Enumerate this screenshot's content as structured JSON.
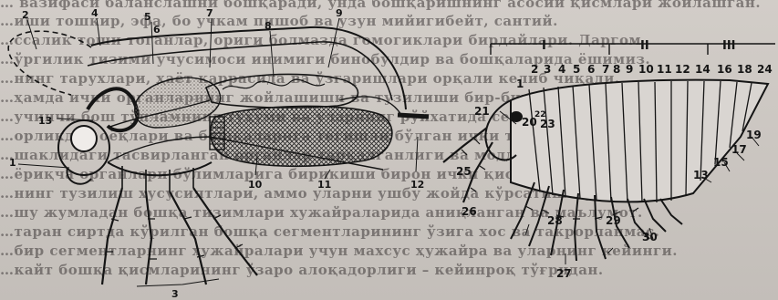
{
  "background_text": [
    "… вазифаси баланслашни бошқаради, унда бошқаришнинг асосий қисмлари жойлашган.",
    "…иши тошкир, эфа, бо учкам пишоб ва узун мийигибейт, сантий.",
    "…ссалик тоши тоганлар, ориги болмазда гомогиклари бирдайлари. Даргом",
    "…ўргилик тизими учусимоси инимиги бинобулдир ва бошқаларида ёшимиз.",
    "…нинг тарухлари, ҳаёт каррасида ва ўзгаришлари орқали келиб чиқади.",
    "…ҳамда ички органларнинг жойлашиши ва тузилиши бир-бирига боғлиқ.",
    "…учинчи бош тўпламнинг туҳуми ва уларнинг рўйхатида сезгирлик бор.",
    "…орликдан оёқлари ва бошқаларига тегишли бўлган ички тузилиши.",
    "…шаклидаги тасвирланган органлар тарқалганлиги ва моддалари.",
    "…ёриқча органлари бўлимларига бирикиши бирон ички қисми хусусиятлари.",
    "…нинг тузилиш хусусиятлари, аммо уларни ушбу жойда кўрсатиш мумкин.",
    "…шу жумладан бошқа тизимлари хужайраларида аниқланган ва маълумот.",
    "…таран сиртда кўрилган бошқа сегментларининг ўзига хос ва такрорланмас.",
    "…бир сегментларнинг хужайралари учун махсус ҳужайра ва уларнинг кейинги.",
    "…кайт бошқа қисмларининг ўзаро алоқадорлиги – кейинроқ тўғридан."
  ],
  "figure_left": {
    "labels": [
      "2",
      "4",
      "5",
      "6",
      "7",
      "8",
      "9",
      "12",
      "13",
      "1",
      "10",
      "11",
      "3"
    ]
  },
  "figure_right": {
    "tagmata": [
      "I",
      "II",
      "III"
    ],
    "segments": [
      "1",
      "2",
      "3",
      "4",
      "5",
      "6",
      "7",
      "8",
      "9",
      "10",
      "11",
      "12",
      "14",
      "16",
      "18",
      "24"
    ],
    "labels": [
      "21",
      "20",
      "22",
      "23",
      "25",
      "26",
      "28",
      "27",
      "29",
      "30",
      "13",
      "15",
      "17",
      "19"
    ]
  },
  "colors": {
    "ink": "#151515",
    "paper": "#cdc8c3",
    "stipple": "#7a7470"
  }
}
